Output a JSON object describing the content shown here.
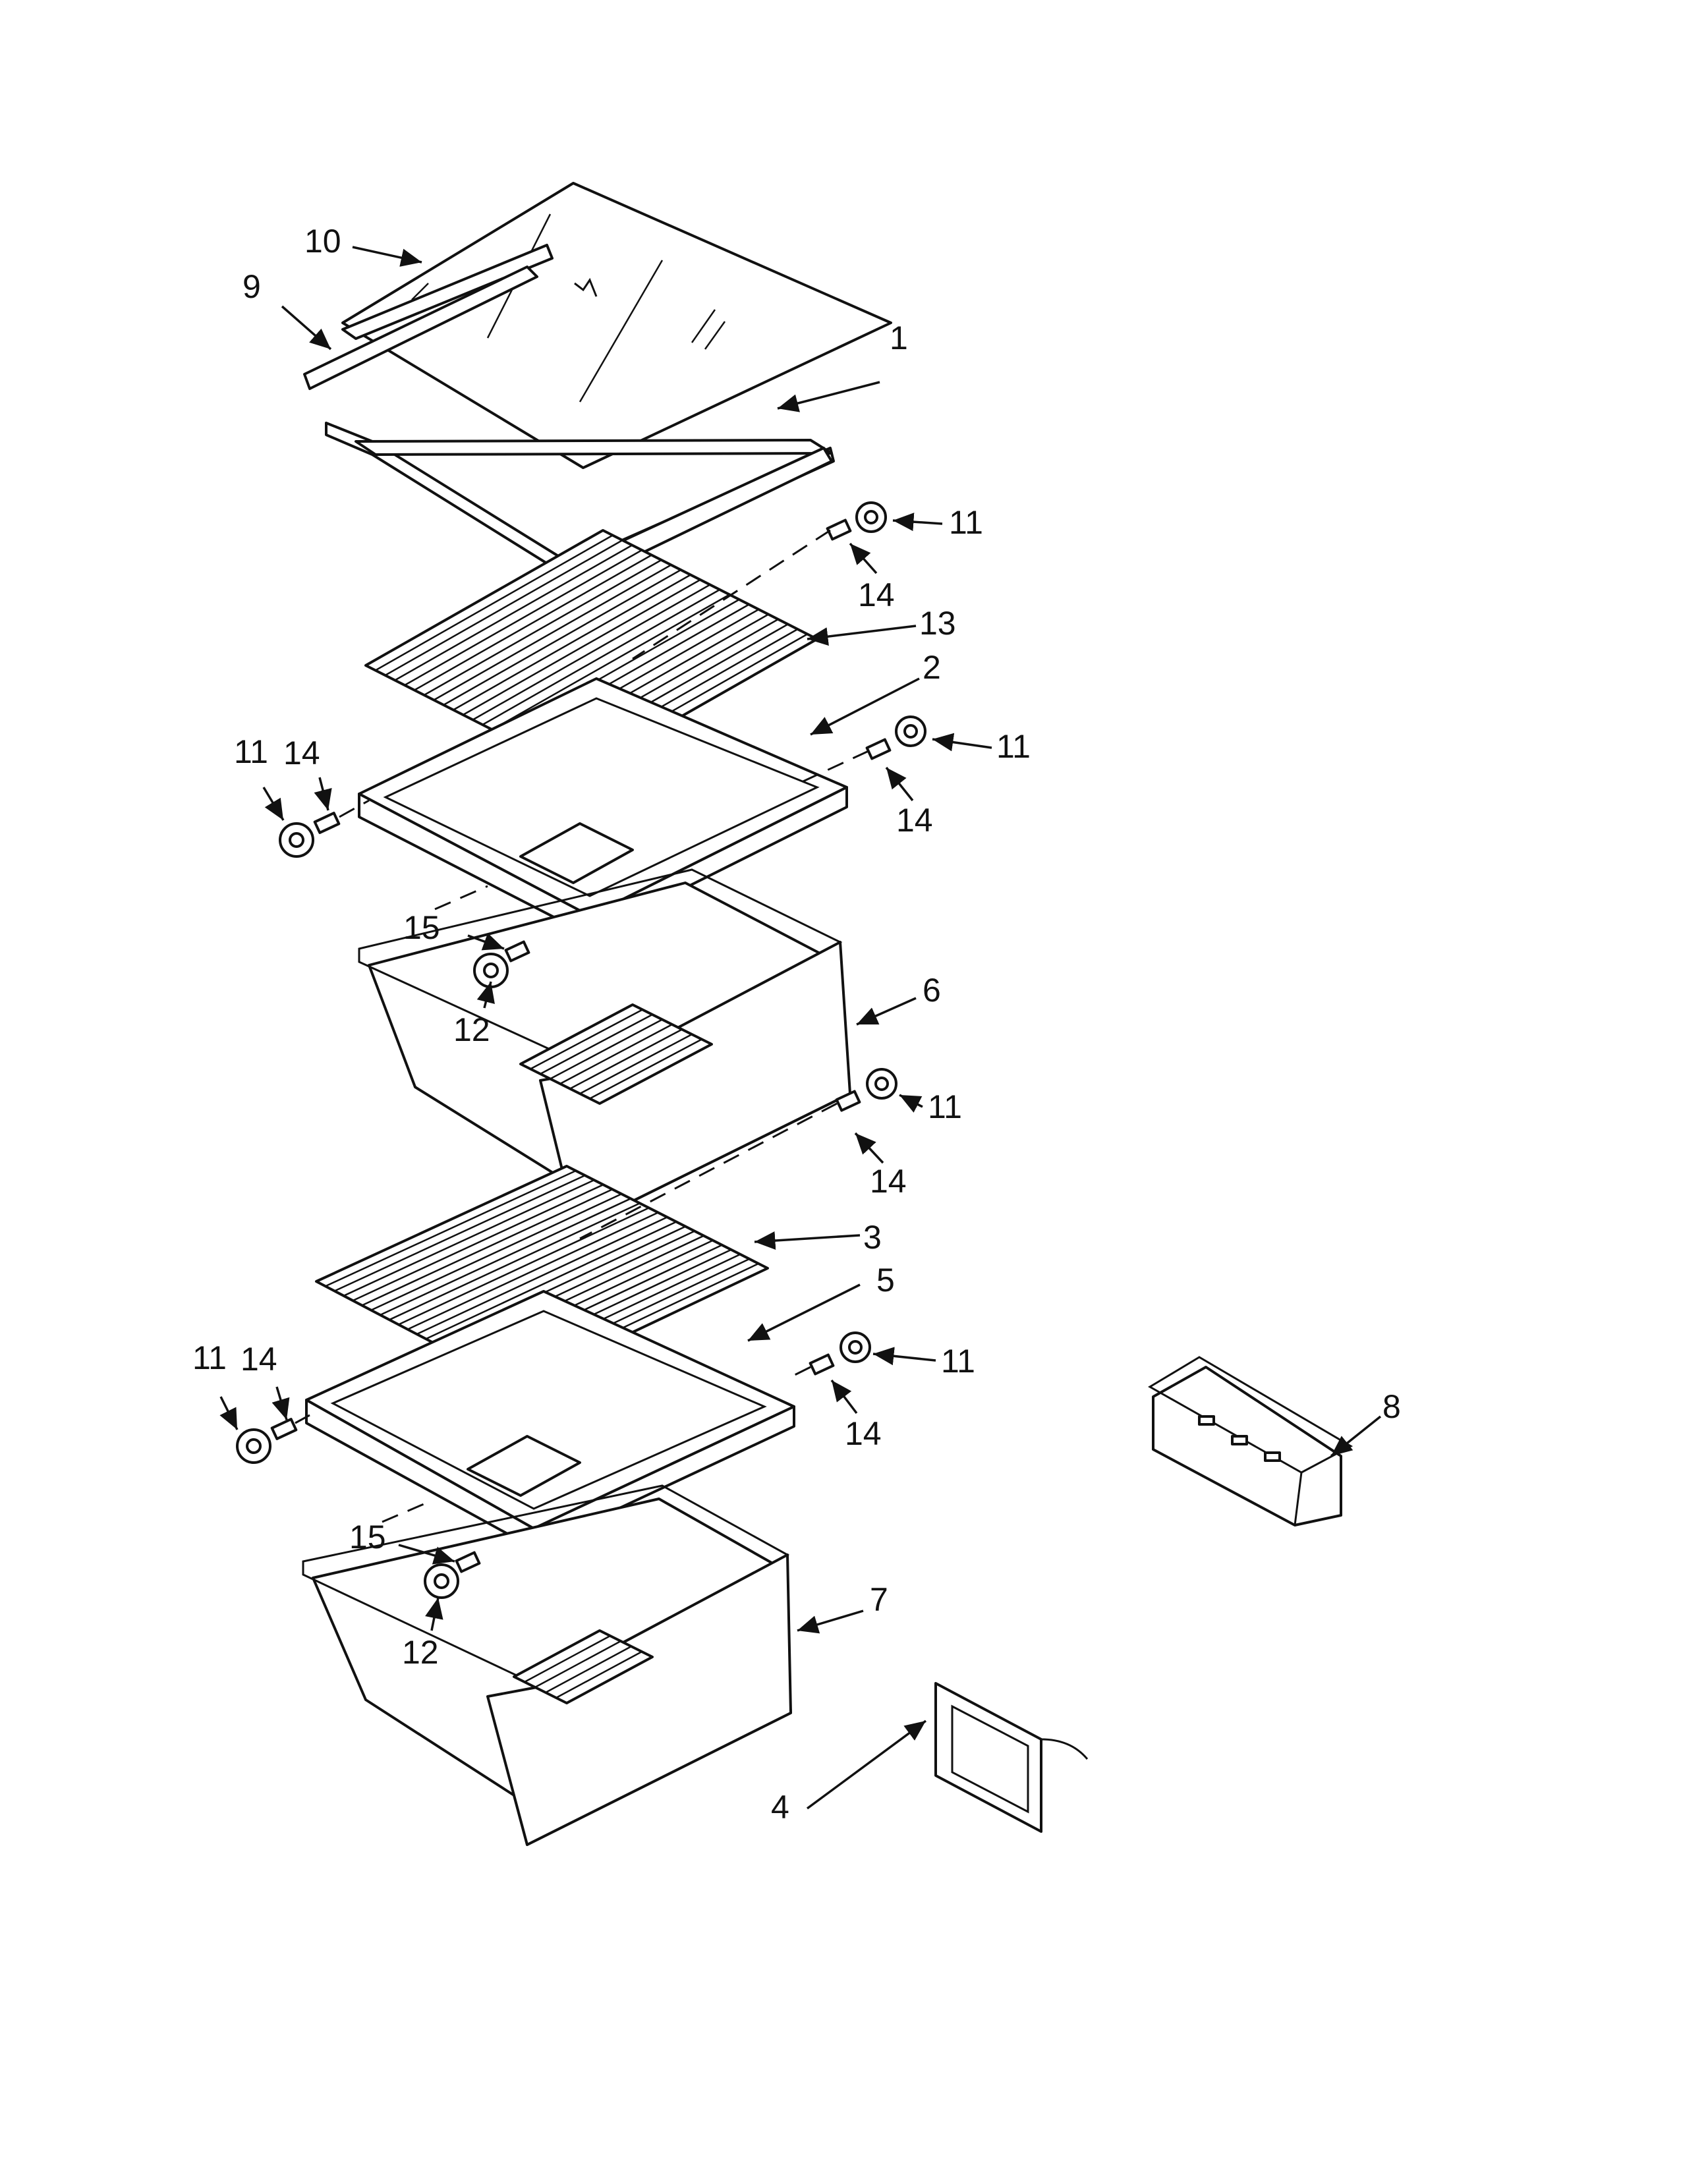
{
  "callouts": {
    "c1": "1",
    "c2": "2",
    "c3": "3",
    "c4": "4",
    "c5": "5",
    "c6": "6",
    "c7": "7",
    "c8": "8",
    "c9": "9",
    "c10": "10",
    "c11": "11",
    "c12": "12",
    "c13": "13",
    "c14": "14",
    "c15": "15"
  },
  "colors": {
    "ink": "#111111",
    "paper": "#ffffff"
  }
}
